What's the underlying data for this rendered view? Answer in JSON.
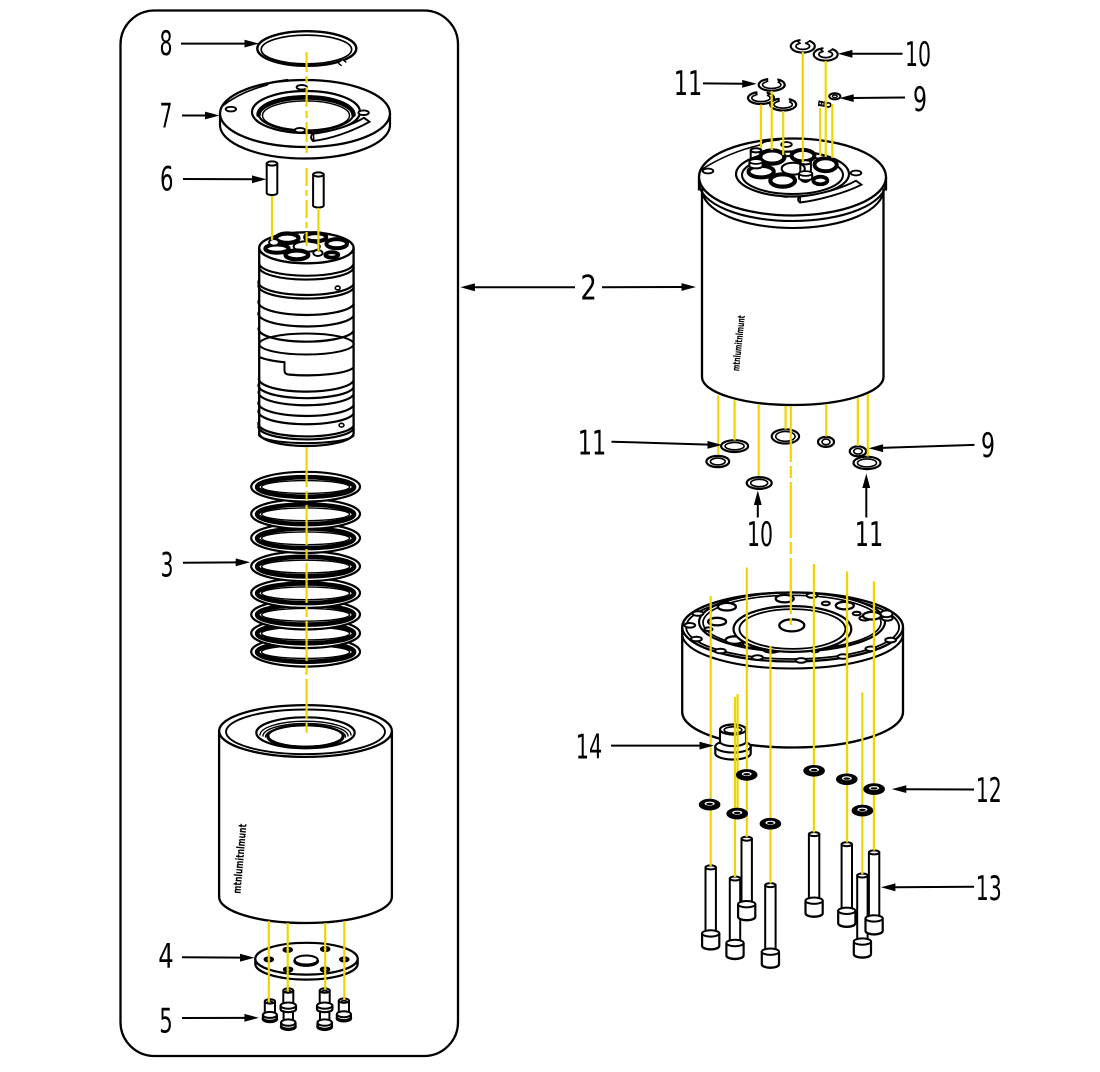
{
  "figure": {
    "type": "exploded-parts-diagram",
    "background_color": "#ffffff",
    "outline_color": "#000000",
    "centerline_color": "#f0d500"
  },
  "callouts": [
    {
      "number": "8"
    },
    {
      "number": "7"
    },
    {
      "number": "6"
    },
    {
      "number": "2"
    },
    {
      "number": "3"
    },
    {
      "number": "4"
    },
    {
      "number": "5"
    },
    {
      "number": "11"
    },
    {
      "number": "10"
    },
    {
      "number": "9"
    },
    {
      "number": "11"
    },
    {
      "number": "9"
    },
    {
      "number": "10"
    },
    {
      "number": "11"
    },
    {
      "number": "14"
    },
    {
      "number": "12"
    },
    {
      "number": "13"
    }
  ],
  "stamps": {
    "cylinder_body": "mtnlumitnlmunt",
    "actuator_body": "mtnlumitnlmunt"
  }
}
